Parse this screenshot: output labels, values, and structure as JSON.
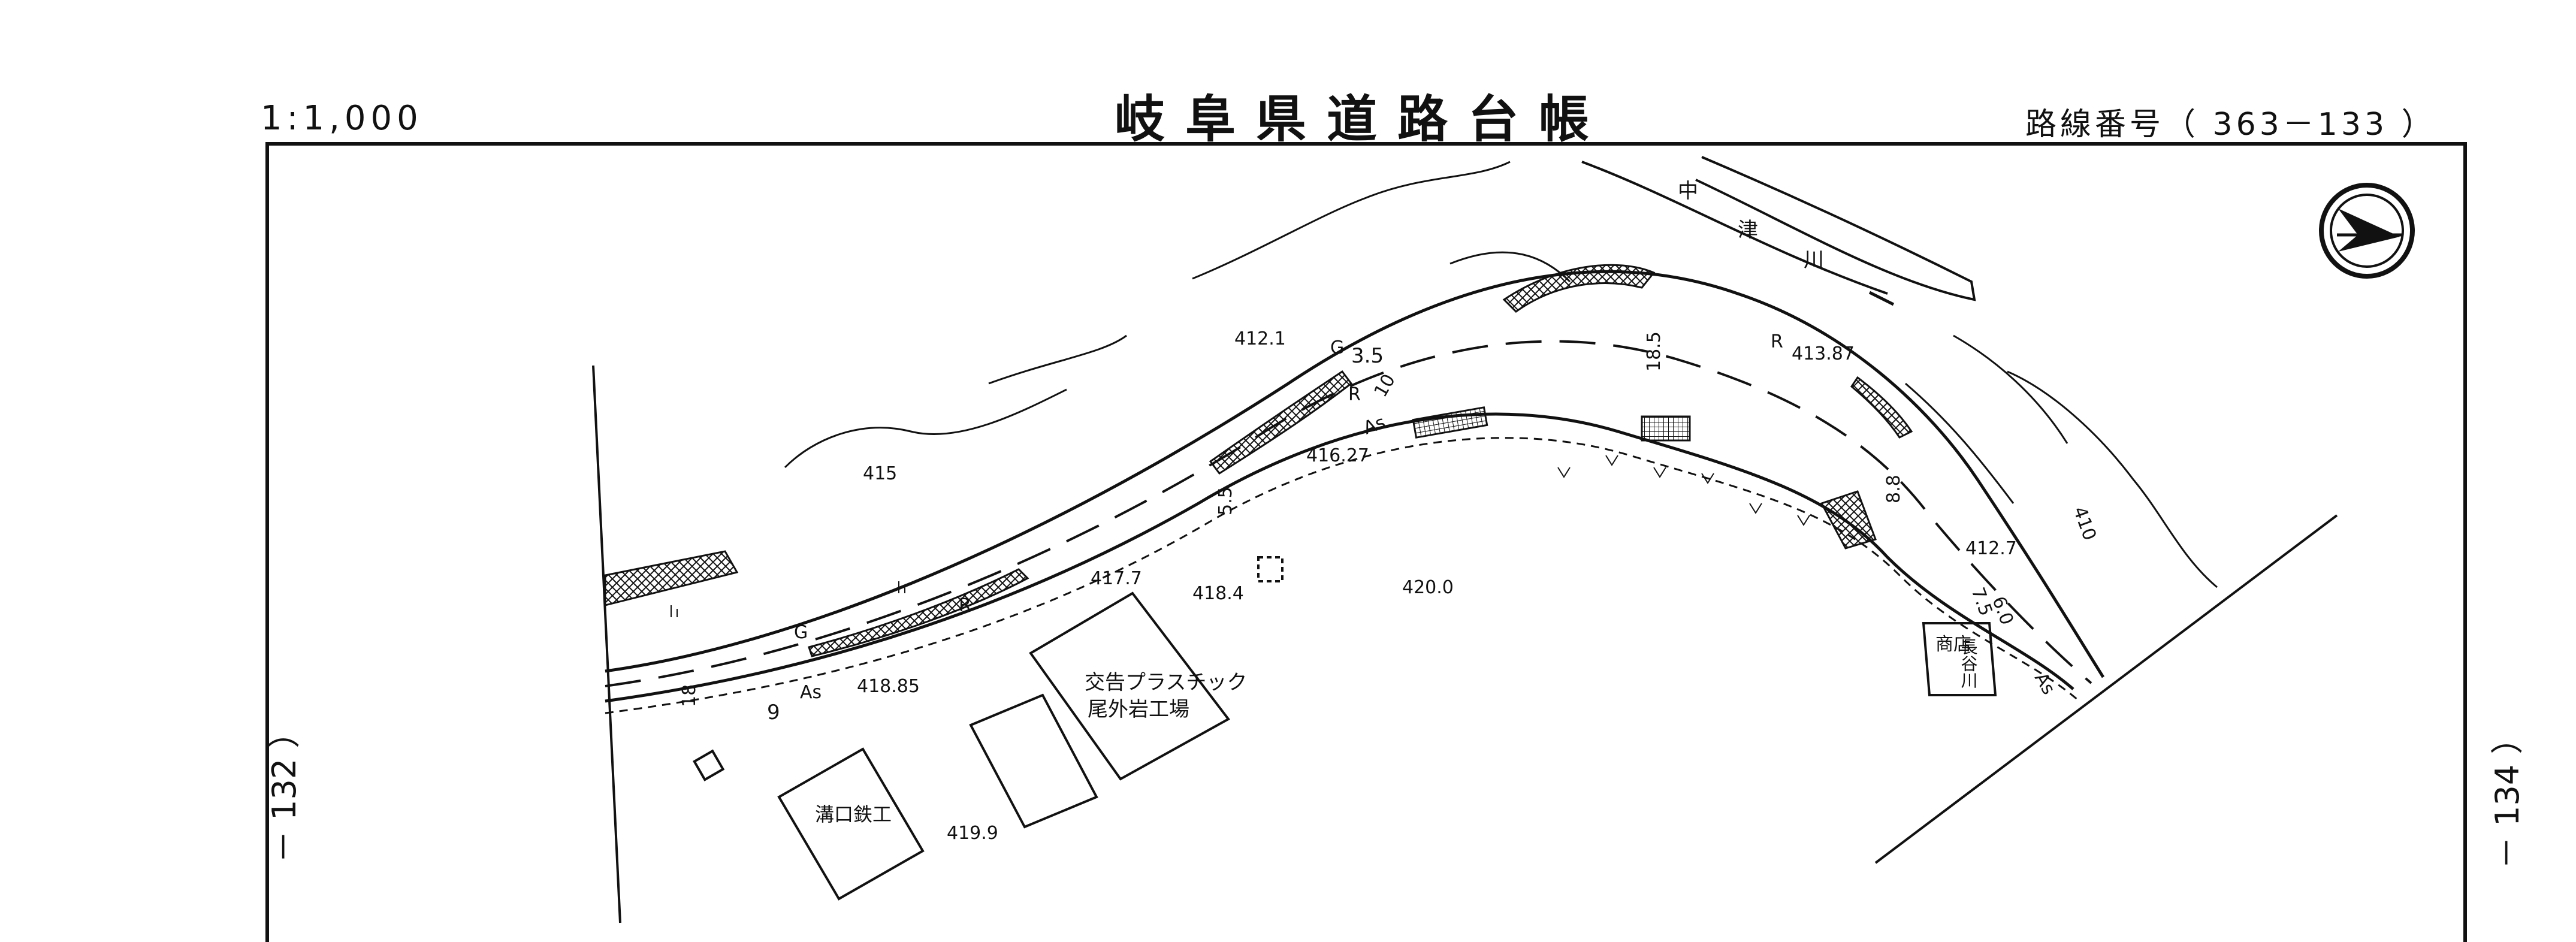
{
  "header": {
    "scale": "1:1,000",
    "title": "岐阜県道路台帳",
    "route_number": "路線番号（ 363－133 ）"
  },
  "sheet_edges": {
    "left": "－ 132 ）",
    "right": "－ 134 ）"
  },
  "map": {
    "river_label": [
      "中",
      "津",
      "川"
    ],
    "factory_label_1": "交告プラスチック",
    "factory_label_2": "尾外岩工場",
    "ironworks_label": "溝口鉄工",
    "shop_label": [
      "商店",
      "長谷川"
    ],
    "elevations": [
      "412.1",
      "415",
      "416.27",
      "417.7",
      "418.4",
      "420.0",
      "418.85",
      "419.9",
      "413.87",
      "412.7",
      "410"
    ],
    "road_codes": [
      "As",
      "As",
      "As",
      "G",
      "R",
      "R",
      "R",
      "G"
    ],
    "widths": [
      "3.5",
      "18",
      "5.5",
      "9",
      "18.5",
      "8.8",
      "7.5",
      "6.0",
      "10"
    ],
    "icons": [
      "north-arrow-icon"
    ]
  }
}
